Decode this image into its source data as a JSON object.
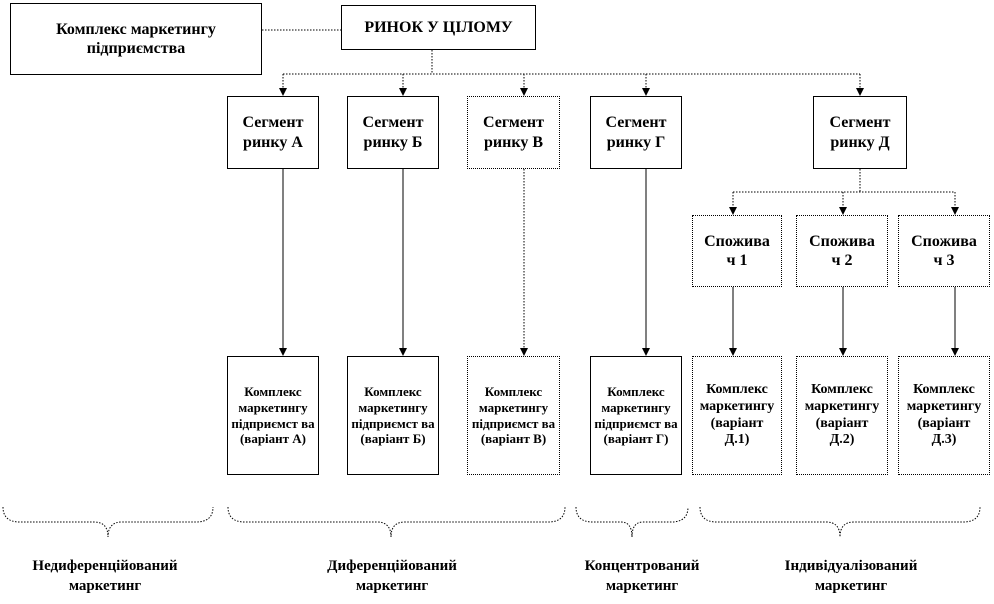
{
  "mix_top": "Комплекс маркетингу підприємства",
  "market": "РИНОК У ЦІЛОМУ",
  "segments": [
    {
      "label": "Сегмент ринку А"
    },
    {
      "label": "Сегмент ринку Б"
    },
    {
      "label": "Сегмент ринку В"
    },
    {
      "label": "Сегмент ринку Г"
    },
    {
      "label": "Сегмент ринку Д"
    }
  ],
  "consumers": [
    {
      "label": "Спожива ч 1"
    },
    {
      "label": "Спожива ч 2"
    },
    {
      "label": "Спожива ч 3"
    }
  ],
  "mixes": [
    {
      "label": "Комплекс маркетингу підприємст ва (варіант А)"
    },
    {
      "label": "Комплекс маркетингу підприємст ва (варіант Б)"
    },
    {
      "label": "Комплекс маркетингу підприємст ва (варіант В)"
    },
    {
      "label": "Комплекс маркетингу підприємст ва (варіант Г)"
    },
    {
      "label": "Комплекс маркетингу (варіант Д.1)"
    },
    {
      "label": "Комплекс маркетингу (варіант Д.2)"
    },
    {
      "label": "Комплекс маркетингу (варіант Д.3)"
    }
  ],
  "strategies": [
    {
      "label": "Недиференційований маркетинг"
    },
    {
      "label": "Диференційований маркетинг"
    },
    {
      "label": "Концентрований маркетинг"
    },
    {
      "label": "Індивідуалізований маркетинг"
    }
  ]
}
